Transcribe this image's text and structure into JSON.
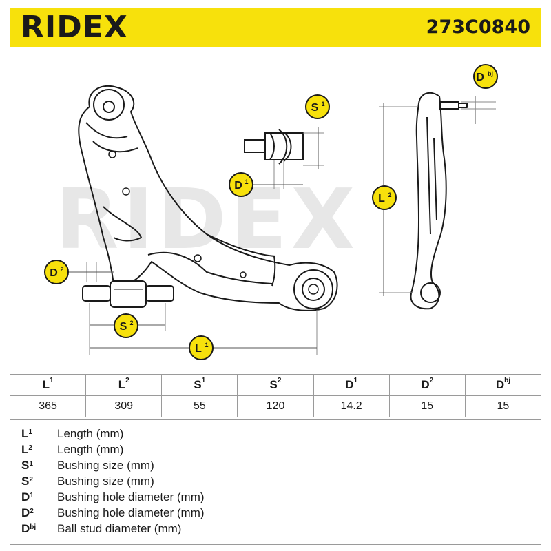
{
  "header": {
    "brand": "RIDEX",
    "part_number": "273C0840",
    "accent_color": "#f7e10c"
  },
  "drawing": {
    "labels": {
      "d_bj": "D",
      "d_bj_sup": "bj",
      "s1": "S",
      "s1_sup": "1",
      "d1": "D",
      "d1_sup": "1",
      "l2": "L",
      "l2_sup": "2",
      "d2": "D",
      "d2_sup": "2",
      "s2": "S",
      "s2_sup": "2",
      "l1": "L",
      "l1_sup": "1"
    },
    "watermark": "RIDEX"
  },
  "specs": {
    "headers": [
      {
        "sym": "L",
        "sup": "1"
      },
      {
        "sym": "L",
        "sup": "2"
      },
      {
        "sym": "S",
        "sup": "1"
      },
      {
        "sym": "S",
        "sup": "2"
      },
      {
        "sym": "D",
        "sup": "1"
      },
      {
        "sym": "D",
        "sup": "2"
      },
      {
        "sym": "D",
        "sup": "bj"
      }
    ],
    "values": [
      "365",
      "309",
      "55",
      "120",
      "14.2",
      "15",
      "15"
    ]
  },
  "legend": [
    {
      "sym": "L",
      "sup": "1",
      "desc": "Length (mm)"
    },
    {
      "sym": "L",
      "sup": "2",
      "desc": "Length (mm)"
    },
    {
      "sym": "S",
      "sup": "1",
      "desc": "Bushing size (mm)"
    },
    {
      "sym": "S",
      "sup": "2",
      "desc": "Bushing size (mm)"
    },
    {
      "sym": "D",
      "sup": "1",
      "desc": "Bushing hole diameter (mm)"
    },
    {
      "sym": "D",
      "sup": "2",
      "desc": "Bushing hole diameter (mm)"
    },
    {
      "sym": "D",
      "sup": "bj",
      "desc": "Ball stud diameter (mm)"
    }
  ]
}
